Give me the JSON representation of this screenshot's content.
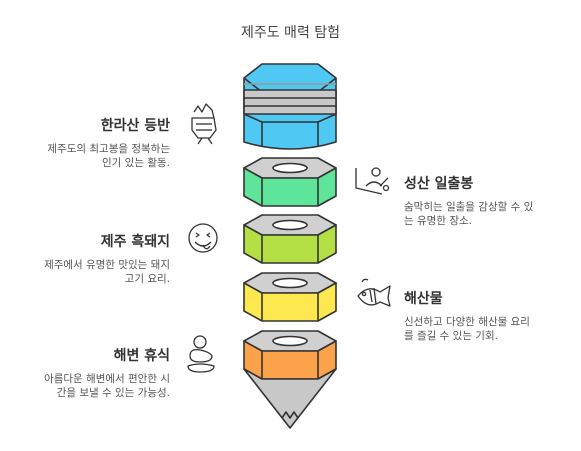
{
  "title": "제주도 매력 탐험",
  "items": [
    {
      "heading": "한라산 등반",
      "desc": [
        "제주도의 최고봉을 정복하는",
        "인기 있는 활동."
      ],
      "icon": "hiking-icon",
      "color": "#4fc8f4"
    },
    {
      "heading": "성산 일출봉",
      "desc": [
        "숨막히는 일출을 감상할 수 있",
        "는 유명한 장소."
      ],
      "icon": "sunrise-view-icon",
      "color": "#5ee59a"
    },
    {
      "heading": "제주 흑돼지",
      "desc": [
        "제주에서 유명한 맛있는 돼지",
        "고기 요리."
      ],
      "icon": "yummy-face-icon",
      "color": "#b4e046"
    },
    {
      "heading": "해산물",
      "desc": [
        "신선하고 다양한 해산물 요리",
        "를 즐길 수 있는 기회."
      ],
      "icon": "fish-icon",
      "color": "#fde94f"
    },
    {
      "heading": "해변 휴식",
      "desc": [
        "아름다운 해변에서 편안한 시",
        "간을 보낼 수 있는 가능성."
      ],
      "icon": "relaxing-person-icon",
      "color": "#fca24a"
    }
  ]
}
